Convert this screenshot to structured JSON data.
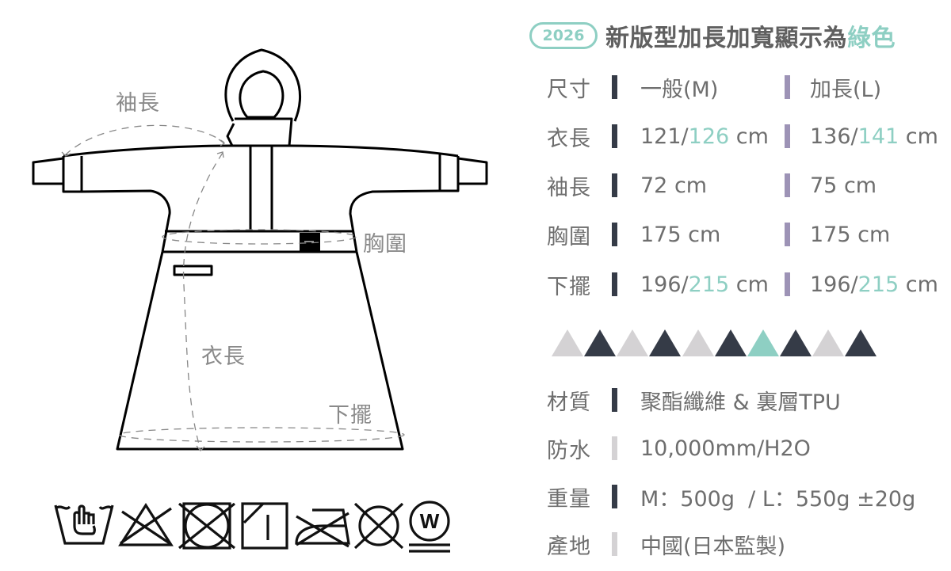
{
  "colors": {
    "accent": "#8ecfc3",
    "dark_bar": "#353b47",
    "purple_bar": "#9d93b6",
    "light_bar": "#d4d2d4",
    "text": "#6e6e6e",
    "triangle_light": "#d4d2d4",
    "triangle_dark": "#353b47"
  },
  "diagram": {
    "labels": {
      "sleeve": "袖長",
      "chest": "胸圍",
      "length": "衣長",
      "hem": "下擺"
    }
  },
  "care_icons": [
    {
      "name": "hand-wash-icon",
      "meaning": "hand wash"
    },
    {
      "name": "no-bleach-icon",
      "meaning": "do not bleach"
    },
    {
      "name": "no-tumble-dry-icon",
      "meaning": "do not tumble dry"
    },
    {
      "name": "drip-dry-shade-icon",
      "meaning": "line dry in shade"
    },
    {
      "name": "no-iron-icon",
      "meaning": "do not iron"
    },
    {
      "name": "no-dry-clean-icon",
      "meaning": "do not dry clean"
    },
    {
      "name": "wet-clean-icon",
      "meaning": "professional wet clean",
      "glyph": "W"
    }
  ],
  "header": {
    "year_badge": "2026",
    "title_main": "新版型加長加寬顯示為",
    "title_accent": "綠色"
  },
  "size_table": {
    "header": {
      "label": "尺寸",
      "m": "一般(M)",
      "l": "加長(L)"
    },
    "rows": [
      {
        "label": "衣長",
        "m_base": "121/",
        "m_hl": "126",
        "m_unit": " cm",
        "l_base": "136/",
        "l_hl": "141",
        "l_unit": " cm"
      },
      {
        "label": "袖長",
        "m_base": "72 cm",
        "m_hl": "",
        "m_unit": "",
        "l_base": "75 cm",
        "l_hl": "",
        "l_unit": ""
      },
      {
        "label": "胸圍",
        "m_base": "175 cm",
        "m_hl": "",
        "m_unit": "",
        "l_base": "175 cm",
        "l_hl": "",
        "l_unit": ""
      },
      {
        "label": "下擺",
        "m_base": "196/",
        "m_hl": "215",
        "m_unit": " cm",
        "l_base": "196/",
        "l_hl": "215",
        "l_unit": " cm"
      }
    ]
  },
  "divider_triangles": [
    "light",
    "dark",
    "light",
    "dark",
    "light",
    "dark",
    "accent",
    "dark",
    "light",
    "dark"
  ],
  "specs": [
    {
      "label": "材質",
      "value": "聚酯纖維 & 裏層TPU",
      "bar": "dark"
    },
    {
      "label": "防水",
      "value": "10,000mm/H2O",
      "bar": "light"
    },
    {
      "label": "重量",
      "value": "M：500g  / L：550g ±20g",
      "bar": "dark"
    },
    {
      "label": "產地",
      "value": "中國(日本監製)",
      "bar": "light"
    }
  ]
}
